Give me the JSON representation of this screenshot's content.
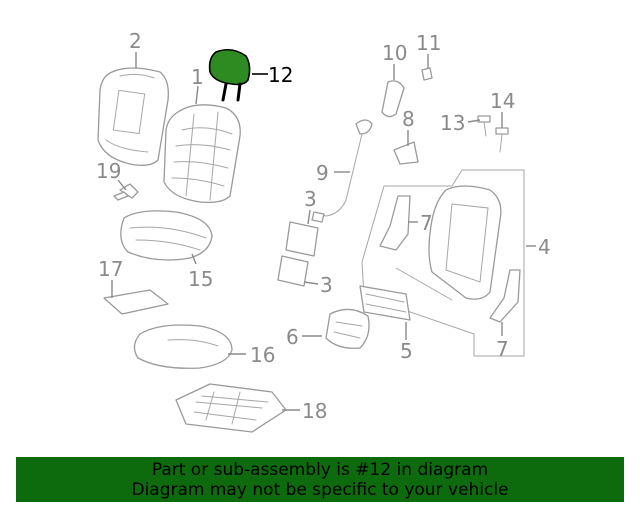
{
  "colors": {
    "highlight": "#2e8b22",
    "banner": "#0d6b0d",
    "line": "#9a9a9a",
    "label": "#8a8a8a",
    "active_label": "#000000"
  },
  "callouts": {
    "c1": "1",
    "c2": "2",
    "c3a": "3",
    "c3b": "3",
    "c4": "4",
    "c5": "5",
    "c6": "6",
    "c7a": "7",
    "c7b": "7",
    "c8": "8",
    "c9": "9",
    "c10": "10",
    "c11": "11",
    "c12": "12",
    "c13": "13",
    "c14": "14",
    "c15": "15",
    "c16": "16",
    "c17": "17",
    "c18": "18",
    "c19": "19"
  },
  "highlighted_part": "12",
  "banner": {
    "line1": "Part or sub-assembly is #12 in diagram",
    "line2": "Diagram may not be specific to your vehicle"
  }
}
